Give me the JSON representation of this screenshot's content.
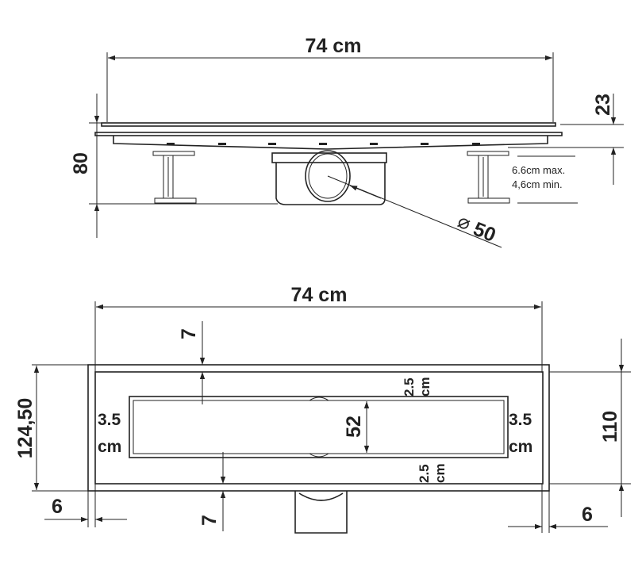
{
  "side_view": {
    "width_label": "74 cm",
    "height_label": "80",
    "grate_thickness_label": "23",
    "adjust_max": "6.6cm max.",
    "adjust_min": "4,6cm min.",
    "pipe_diameter": "50",
    "diameter_symbol": "⌀"
  },
  "top_view": {
    "width_label": "74 cm",
    "depth_label": "124,50",
    "inner_depth_label": "110",
    "slot_label": "52",
    "margin_top_label": "7",
    "margin_bottom_label": "7",
    "edge_left_label": "6",
    "edge_right_label": "6",
    "side_gap_left": [
      "3.5",
      "cm"
    ],
    "side_gap_right": [
      "3.5",
      "cm"
    ],
    "gap_top": [
      "2.5",
      "cm"
    ],
    "gap_bottom": [
      "2.5",
      "cm"
    ]
  }
}
